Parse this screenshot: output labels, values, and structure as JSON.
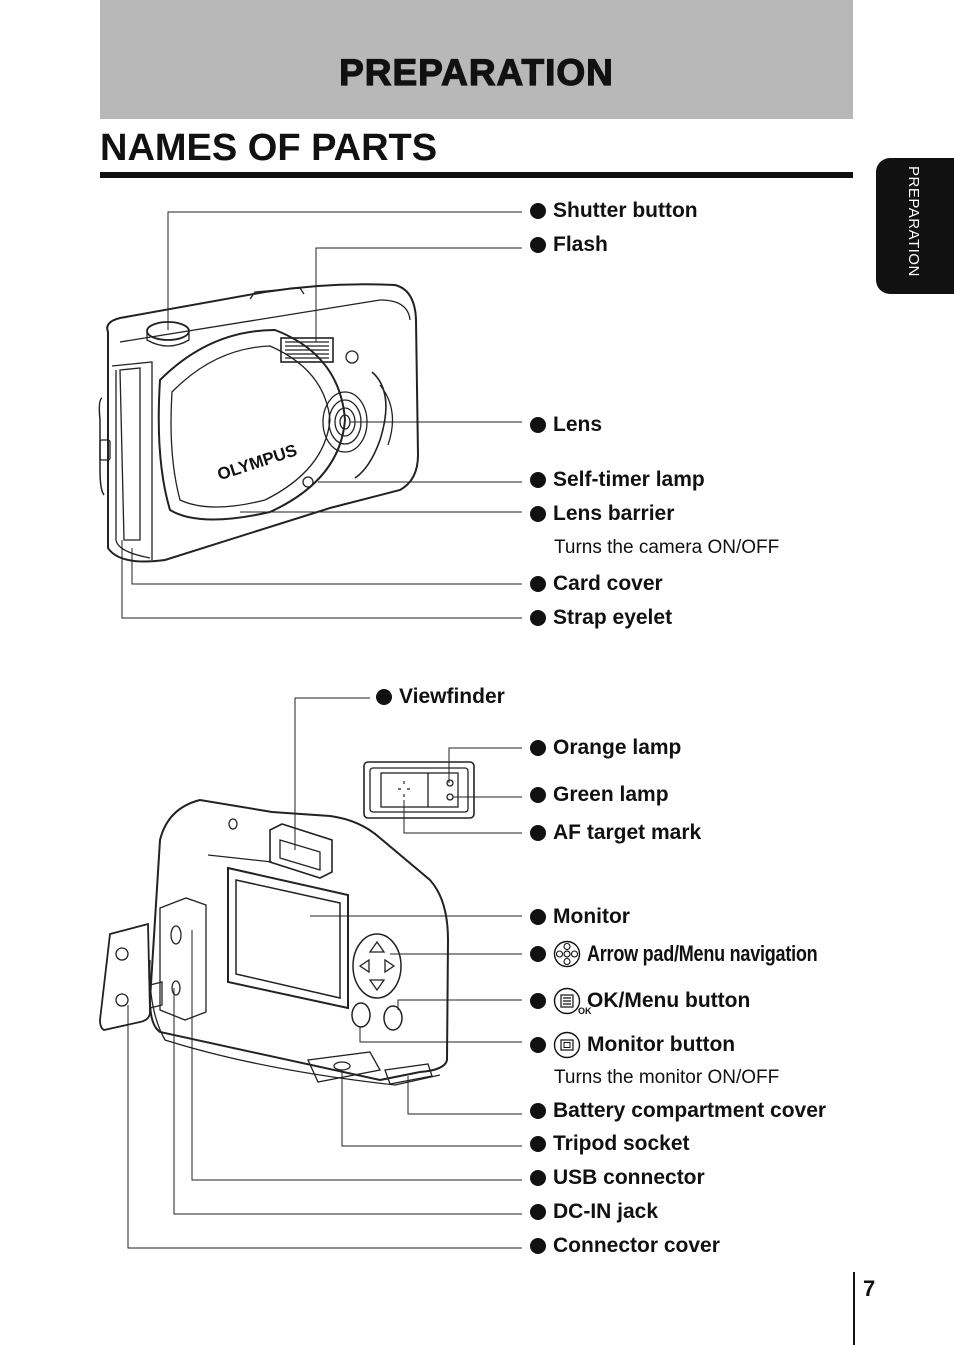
{
  "section": {
    "title": "PREPARATION",
    "tab_label": "PREPARATION"
  },
  "page": {
    "title": "NAMES OF PARTS",
    "number": "7"
  },
  "camera": {
    "brand": "OLYMPUS"
  },
  "front_labels": {
    "shutter": "Shutter button",
    "flash": "Flash",
    "lens": "Lens",
    "self_timer": "Self-timer lamp",
    "lens_barrier": "Lens barrier",
    "lens_barrier_note": "Turns the camera ON/OFF",
    "card_cover": "Card cover",
    "strap_eyelet": "Strap eyelet"
  },
  "back_labels": {
    "viewfinder": "Viewfinder",
    "orange_lamp": "Orange lamp",
    "green_lamp": "Green lamp",
    "af_mark": "AF target mark",
    "monitor": "Monitor",
    "arrow_pad": "Arrow pad/Menu navigation",
    "ok_menu": "OK/Menu button",
    "ok_icon_text": "OK",
    "monitor_button": "Monitor button",
    "monitor_button_note": "Turns the monitor ON/OFF",
    "battery_cover": "Battery compartment cover",
    "tripod": "Tripod socket",
    "usb": "USB connector",
    "dc_in": "DC-IN jack",
    "connector_cover": "Connector cover"
  },
  "icons": [
    "bullet-icon",
    "arrow-pad-icon",
    "ok-menu-icon",
    "monitor-button-icon"
  ]
}
